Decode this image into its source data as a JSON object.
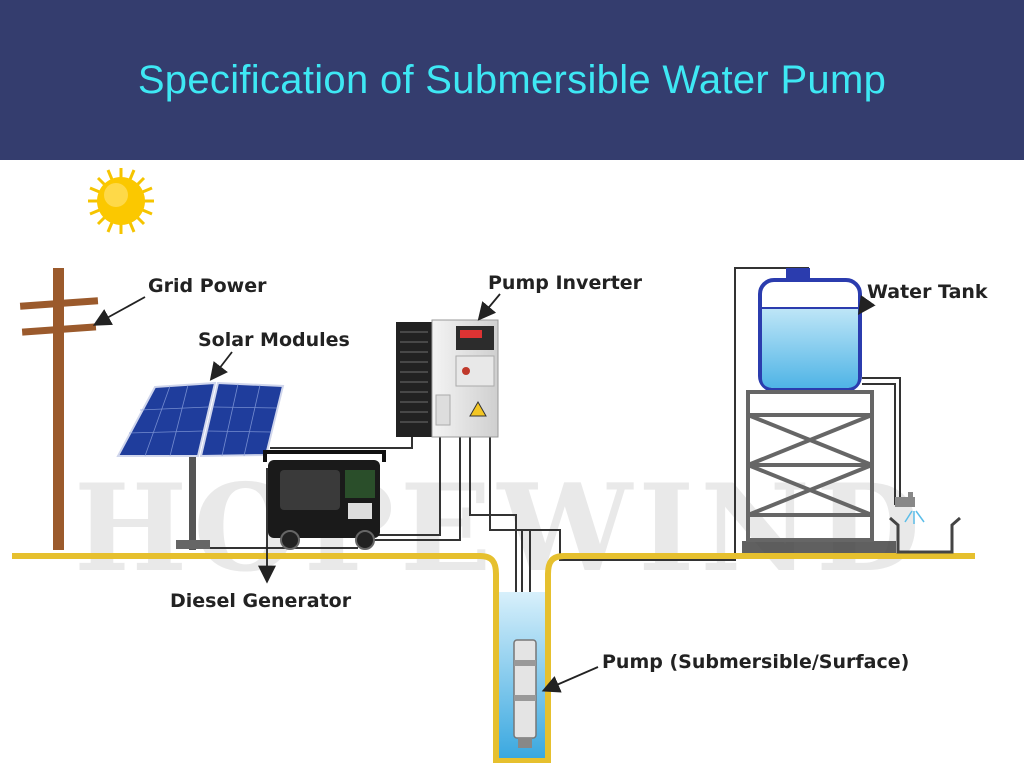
{
  "slide": {
    "title": "Specification of Submersible Water Pump"
  },
  "watermark": "HOPEWIND",
  "components": {
    "grid_power": "Grid Power",
    "solar_modules": "Solar Modules",
    "pump_inverter": "Pump Inverter",
    "water_tank": "Water Tank",
    "diesel_generator": "Diesel Generator",
    "pump": "Pump (Submersible/Surface)"
  },
  "colors": {
    "banner": "#343d6e",
    "title": "#3ee8f4",
    "ground": "#e6c02e",
    "water": "#5bbde8",
    "solar_panel": "#1f3d9c",
    "sun": "#f5c400"
  }
}
